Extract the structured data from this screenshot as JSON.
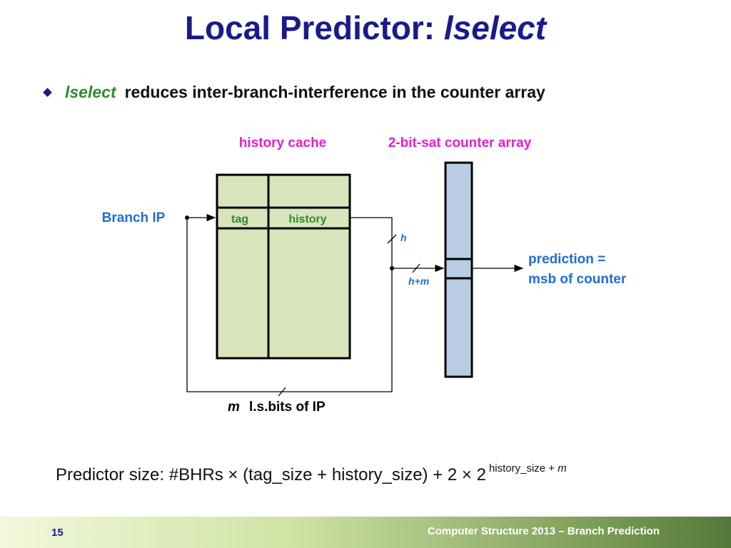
{
  "title": {
    "main": "Local Predictor: ",
    "italic": "lselect"
  },
  "bullet": {
    "keyword": "lselect",
    "text": "reduces inter-branch-interference in the counter array"
  },
  "diagram": {
    "history_cache_label": "history cache",
    "counter_array_label": "2-bit-sat counter array",
    "branch_ip_label": "Branch IP",
    "tag_label": "tag",
    "history_label": "history",
    "h_label": "h",
    "hm_label": "h+m",
    "prediction_line1": "prediction =",
    "prediction_line2": "msb of counter",
    "m_label": "m",
    "lsbits_label": "l.s.bits of IP"
  },
  "formula": {
    "text": "Predictor size: #BHRs × (tag_size + history_size) + 2 × 2",
    "sup_text": "history_size + ",
    "sup_italic": "m"
  },
  "footer": {
    "page": "15",
    "course": "Computer Structure 2013 – Branch Prediction"
  },
  "colors": {
    "title": "#1a1a8c",
    "label_blue": "#1f6fcf",
    "label_magenta": "#e020d0",
    "table_fill": "#d8e4bc",
    "array_fill": "#b8cce4"
  }
}
